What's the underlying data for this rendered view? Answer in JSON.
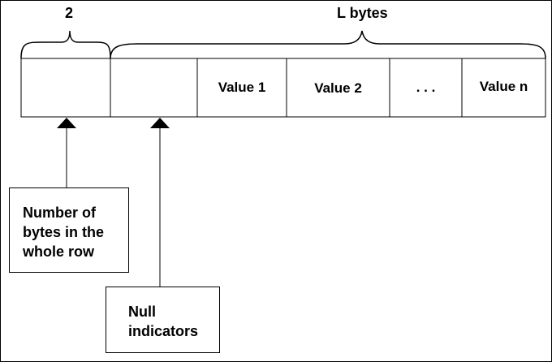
{
  "header": {
    "prefix_size_label": "2",
    "body_size_label": "L bytes"
  },
  "row": {
    "cells": [
      "",
      "",
      "Value 1",
      "Value 2",
      ". . .",
      "Value n"
    ]
  },
  "callouts": {
    "row_length": [
      "Number of",
      "bytes in the",
      "whole row"
    ],
    "null_indicators": [
      "Null",
      "indicators"
    ]
  }
}
